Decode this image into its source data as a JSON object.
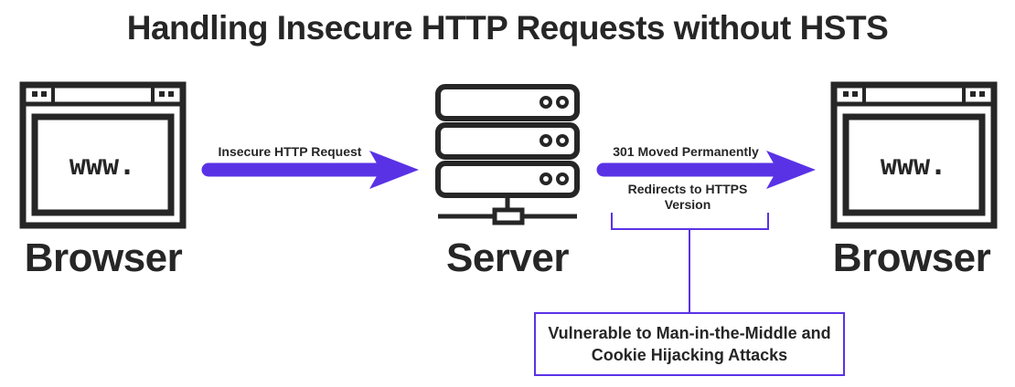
{
  "title": "Handling Insecure HTTP Requests without HSTS",
  "nodes": {
    "left_browser": {
      "label": "Browser",
      "screen_text": "www."
    },
    "server": {
      "label": "Server"
    },
    "right_browser": {
      "label": "Browser",
      "screen_text": "www."
    }
  },
  "edges": {
    "request": {
      "label": "Insecure HTTP Request"
    },
    "redirect": {
      "label": "301 Moved Permanently",
      "sublabel": "Redirects to HTTPS Version"
    }
  },
  "callout": {
    "text": "Vulnerable to Man-in-the-Middle and Cookie Hijacking Attacks"
  },
  "colors": {
    "accent": "#5a32e6",
    "ink": "#262626"
  }
}
